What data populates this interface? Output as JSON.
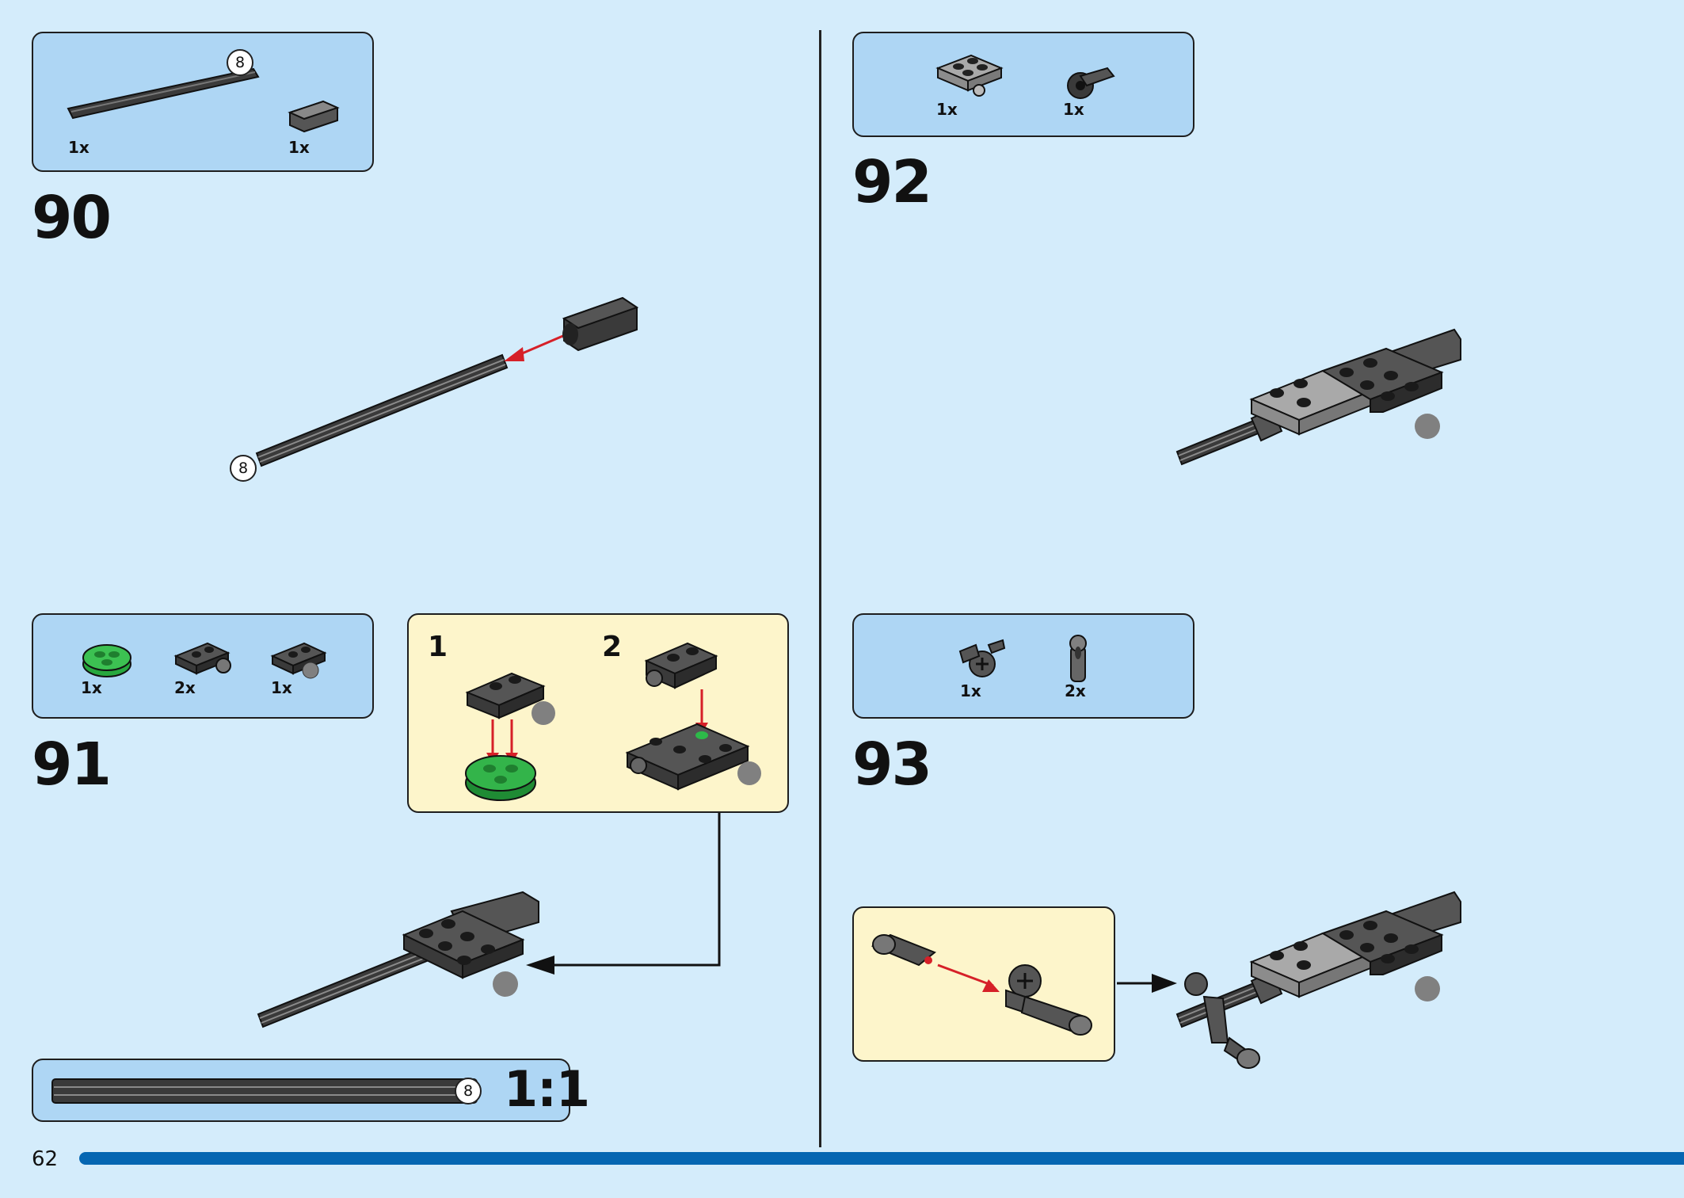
{
  "page": {
    "number": "62",
    "progress_percent": 100
  },
  "steps": [
    {
      "id": "90",
      "number": "90",
      "parts": [
        {
          "qty": "1x",
          "name": "axle-8-icon",
          "badge": "8"
        },
        {
          "qty": "1x",
          "name": "axle-connector-icon"
        }
      ],
      "model_badge": "8"
    },
    {
      "id": "91",
      "number": "91",
      "parts": [
        {
          "qty": "1x",
          "name": "green-round-plate-icon"
        },
        {
          "qty": "2x",
          "name": "plate-with-pin-hole-icon"
        },
        {
          "qty": "1x",
          "name": "plate-with-ball-icon"
        }
      ],
      "substeps": [
        {
          "number": "1"
        },
        {
          "number": "2"
        }
      ]
    },
    {
      "id": "92",
      "number": "92",
      "parts": [
        {
          "qty": "1x",
          "name": "plate-2x2-with-hole-icon"
        },
        {
          "qty": "1x",
          "name": "connector-bush-icon"
        }
      ]
    },
    {
      "id": "93",
      "number": "93",
      "parts": [
        {
          "qty": "1x",
          "name": "cross-axle-connector-icon"
        },
        {
          "qty": "2x",
          "name": "ball-socket-icon"
        }
      ]
    }
  ],
  "scale_ruler": {
    "badge": "8",
    "ratio": "1:1"
  },
  "colors": {
    "background": "#d4ecfb",
    "parts_box": "#aed6f4",
    "sub_box": "#fdf5cb",
    "progress": "#0566b2",
    "arrow": "#d62028",
    "brick_dark": "#3c3c3c",
    "brick_light": "#a9a9a9",
    "green": "#27a83e"
  }
}
